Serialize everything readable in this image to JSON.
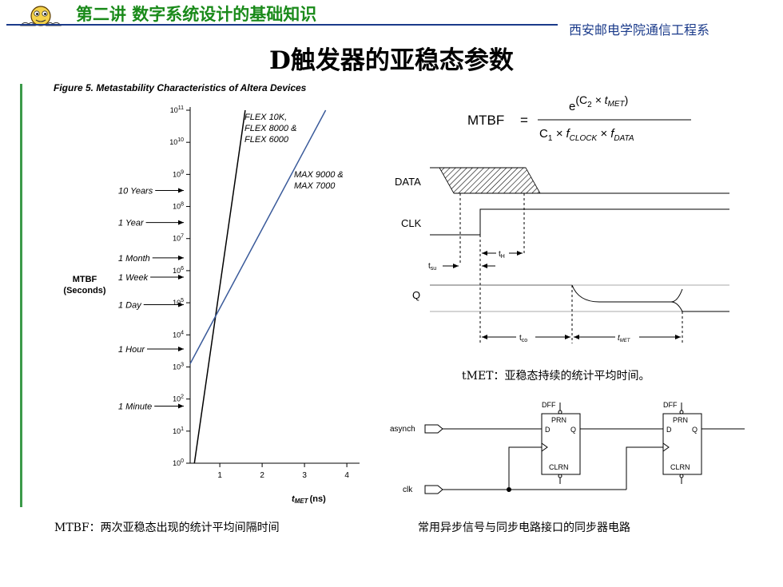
{
  "header": {
    "title": "第二讲 数字系统设计的基础知识",
    "org": "西安邮电学院通信工程系",
    "mascot_icon": "cartoon-face-icon"
  },
  "slide": {
    "title": "D触发器的亚稳态参数"
  },
  "figure": {
    "title": "Figure 5. Metastability Characteristics of Altera Devices",
    "ylabel_line1": "MTBF",
    "ylabel_line2": "(Seconds)",
    "xlabel_main": "t",
    "xlabel_sub": "MET",
    "xlabel_unit": "(ns)",
    "reference_labels": [
      "10 Years",
      "1 Year",
      "1 Month",
      "1 Week",
      "1 Day",
      "1 Hour",
      "1 Minute"
    ],
    "annotation_flex_lines": [
      "FLEX 10K,",
      "FLEX 8000 &",
      "FLEX 6000"
    ],
    "annotation_max_lines": [
      "MAX 9000 &",
      "MAX 7000"
    ],
    "caption": "MTBF：两次亚稳态出现的统计平均间隔时间"
  },
  "chart_data": {
    "type": "line",
    "title": "Figure 5. Metastability Characteristics of Altera Devices",
    "xlabel": "tMET (ns)",
    "ylabel": "MTBF (Seconds)",
    "xlim": [
      0.3,
      4.3
    ],
    "ylim": [
      0,
      11
    ],
    "y_scale": "log10",
    "x_ticks": [
      "1",
      "2",
      "3",
      "4"
    ],
    "y_ticks": [
      "10^0",
      "10^1",
      "10^2",
      "10^3",
      "10^4",
      "10^5",
      "10^6",
      "10^7",
      "10^8",
      "10^9",
      "10^10",
      "10^11"
    ],
    "tick_base": "10",
    "tick_exponents": [
      "0",
      "1",
      "2",
      "3",
      "4",
      "5",
      "6",
      "7",
      "8",
      "9",
      "10",
      "11"
    ],
    "reference_lines": [
      {
        "label": "10 Years",
        "log10": 8.5
      },
      {
        "label": "1 Year",
        "log10": 7.5
      },
      {
        "label": "1 Month",
        "log10": 6.4
      },
      {
        "label": "1 Week",
        "log10": 5.8
      },
      {
        "label": "1 Day",
        "log10": 4.94
      },
      {
        "label": "1 Hour",
        "log10": 3.56
      },
      {
        "label": "1 Minute",
        "log10": 1.78
      }
    ],
    "series": [
      {
        "name": "FLEX 10K, FLEX 8000 & FLEX 6000",
        "color": "#000000",
        "x": [
          0.4,
          1.6
        ],
        "log10_y": [
          0,
          11
        ]
      },
      {
        "name": "MAX 9000 & MAX 7000",
        "color": "#3a5a9a",
        "x": [
          0.3,
          3.5
        ],
        "log10_y": [
          3.1,
          11
        ]
      }
    ]
  },
  "formula": {
    "lhs": "MTBF",
    "equals": "=",
    "num_e": "e",
    "num_c2": "(C",
    "num_sub2": "2",
    "num_times": " × t",
    "num_met": "MET",
    "num_close": ")",
    "den_c": "C",
    "den_sub1": "1",
    "den_times1": " × f",
    "den_clock": "CLOCK",
    "den_times2": " × f",
    "den_data": "DATA"
  },
  "timing": {
    "signals": [
      "DATA",
      "CLK",
      "Q"
    ],
    "tsu": "t",
    "tsu_sub": "su",
    "th": "t",
    "th_sub": "H",
    "tco": "t",
    "tco_sub": "co",
    "tmet": "t",
    "tmet_sub": "MET",
    "caption": "tMET：亚稳态持续的统计平均时间。"
  },
  "circuit": {
    "asynch_label": "asynch",
    "clk_label": "clk",
    "ff_label": "DFF",
    "prn": "PRN",
    "clrn": "CLRN",
    "d": "D",
    "q": "Q",
    "caption": "常用异步信号与同步电路接口的同步器电路"
  }
}
